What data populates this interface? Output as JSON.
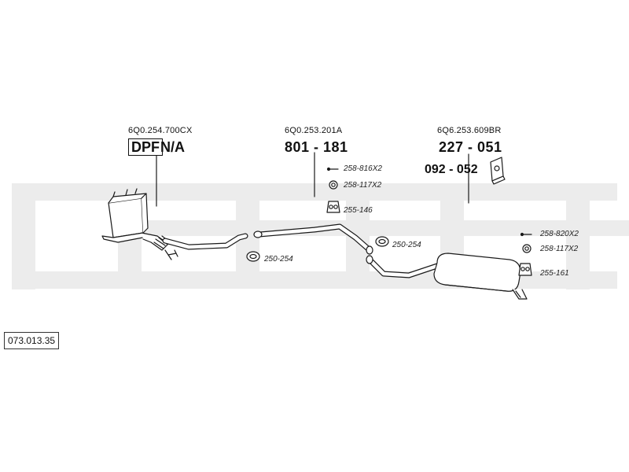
{
  "diagram_code": "073.013.35",
  "parts": {
    "dpf": {
      "oe_number": "6Q0.254.700CX",
      "box_label": "DPF",
      "part_label": "N/A"
    },
    "middle": {
      "oe_number": "6Q0.253.201A",
      "part_number": "801 - 181"
    },
    "rear": {
      "oe_number": "6Q6.253.609BR",
      "part_number": "227 - 051"
    },
    "rubber_mount": {
      "part_number": "092 - 052"
    }
  },
  "fittings": {
    "bolt_front": "258-816X2",
    "ring_front": "258-117X2",
    "hanger_front": "255-146",
    "clamp_a": "250-254",
    "clamp_b": "250-254",
    "bolt_rear": "258-820X2",
    "ring_rear": "258-117X2",
    "hanger_rear": "255-161"
  },
  "colors": {
    "line": "#1a1a1a",
    "watermark": "#ececec",
    "pipe": "#ffffff"
  }
}
